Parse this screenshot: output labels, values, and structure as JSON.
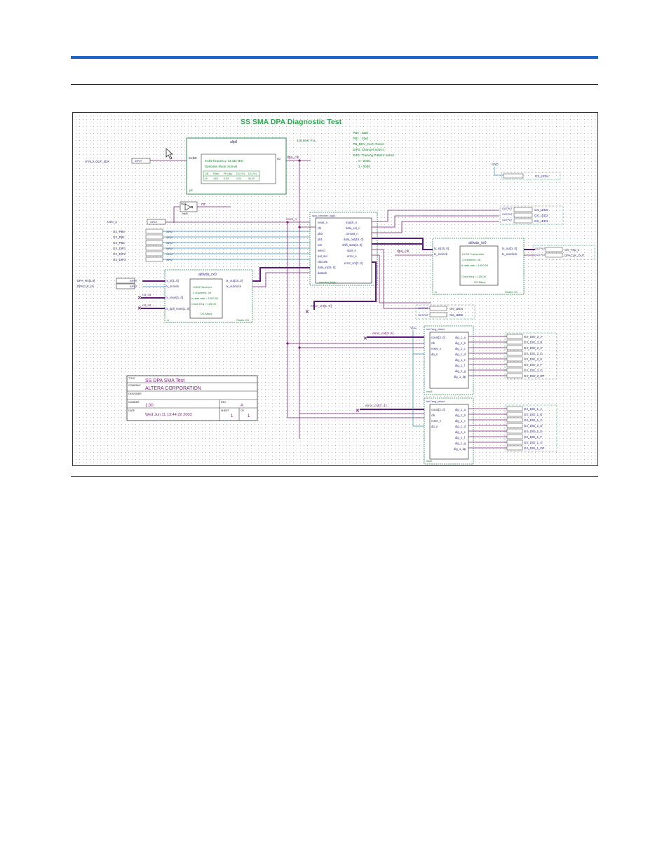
{
  "colors": {
    "header_bar": "#1e63c8",
    "wire": "#7a1f7a",
    "bus": "#5c1a7a",
    "block_border": "#2e8b57",
    "text_green": "#1e7f2e",
    "title_green": "#2fa84f",
    "error_marker": "#7a1f7a",
    "grid_dot": "#b8b8b8"
  },
  "schematic": {
    "title": "SS SMA DPA Diagnostic Test",
    "notes": [
      "PB0 : Start",
      "PB1 : Start",
      "PB_DEV_CLR: Reset",
      "DIP0: Channel Select -",
      "DIP1: Training Pattern Select",
      "0 - 0b00",
      "1 - 0b55"
    ],
    "pll": {
      "name": "altpll",
      "instance": "pll",
      "port_in": "inclk0",
      "port_out": "c0",
      "label_freq": "125 MHz PLL",
      "info1": "Inclk0 frequency: 33.333 MHz",
      "info2": "Operation Mode: Normal",
      "table_head": [
        "Clk",
        "Ratio",
        "Ph (dg)",
        "DC (%)",
        "DC (%)"
      ],
      "table_row": [
        "c0",
        "15/4",
        "0.00",
        "0.00",
        "50.00"
      ]
    },
    "input_pins": [
      {
        "name": "XTAL3_OUT_3DX",
        "tag": "INPUT"
      },
      {
        "name": "User_p",
        "tag": "INPUT"
      },
      {
        "name": "GX_PB0",
        "tag": "INPUT"
      },
      {
        "name": "GX_PB1",
        "tag": "INPUT"
      },
      {
        "name": "GX_PB2",
        "tag": "INPUT"
      },
      {
        "name": "GX_DIP1",
        "tag": "INPUT"
      },
      {
        "name": "GX_DIP2",
        "tag": "INPUT"
      },
      {
        "name": "GX_DIP3",
        "tag": "INPUT"
      },
      {
        "name": "DPA_RX[1.0]",
        "tag": "INPUT"
      },
      {
        "name": "DPACLK_IN",
        "tag": "INPUT"
      }
    ],
    "net_labels": {
      "dpa_clk": "dpa_clk",
      "dpa_clk2": "dpa_clk",
      "rst": "rst",
      "reset_n": "reset_n",
      "rst_n1": "rst_n1",
      "rst_n2": "rst_n2",
      "error_cnt_a": "error_cnt[1..0]",
      "error_cnt_b": "error_cnt[3..0]",
      "error_cnt_c": "error_cnt[7..4]",
      "vcc": "VCC",
      "gnd": "GND"
    },
    "inverter": {
      "label": "NOT",
      "inst": "inst5"
    },
    "rx_block": {
      "name": "altlvds_rx0",
      "instance": "rx",
      "family": "Stratix GX",
      "ports_left": [
        "rx_in[1..0]",
        "rx_inclock",
        "rx_reset[1..0]",
        "rx_dpll_reset[1..0]"
      ],
      "ports_right": [
        "rx_out[15..0]",
        "rx_outclock"
      ],
      "info": [
        "LVDS Receiver",
        "2 channels, x8",
        "# data rate = 1000.00",
        "Clock freq = 125.00",
        "DS Mbps"
      ]
    },
    "checker": {
      "name": "dpa_checker_logic",
      "instance": "checker_logic",
      "ports_left": [
        "reset_n",
        "clk",
        "pb0",
        "pb1",
        "sck",
        "select",
        "pat_sel",
        "clkcode",
        "data_in[15..0]",
        "dataclk"
      ],
      "ports_right": [
        "match_n",
        "data_sel_n",
        "consist_n",
        "data_out[15..0]",
        "shift_state[2..0]",
        "start_n",
        "error_n",
        "error_cnt[7..0]"
      ]
    },
    "tx_block": {
      "name": "altlvds_tx0",
      "instance": "tx",
      "family": "Stratix GX",
      "ports_left": [
        "tx_in[15..0]",
        "tx_inclock"
      ],
      "ports_right": [
        "tx_out[1..0]",
        "tx_outclock"
      ],
      "info": [
        "LVDS Transmitter",
        "2 channels, x8",
        "# data rate = 1000.00",
        "Clock freq = 125.00",
        "DS Mbps"
      ]
    },
    "output_pins": [
      {
        "name": "GX_LED4",
        "tag": "OUTPUT"
      },
      {
        "name": "GX_LED0",
        "tag": "OUTPUT"
      },
      {
        "name": "GX_LED2",
        "tag": "OUTPUT"
      },
      {
        "name": "GX_LED3",
        "tag": "OUTPUT"
      },
      {
        "name": "GX_TXp_o",
        "tag": "OUTPUT"
      },
      {
        "name": "DPACLK_OUT",
        "tag": "OUTPUT"
      },
      {
        "name": "GX_LED1",
        "tag": "OUTPUT"
      },
      {
        "name": "GX_LED5",
        "tag": "OUTPUT"
      }
    ],
    "dig_display_1": {
      "name": "bin7seg_driver",
      "instance": "inst3",
      "ports_left": [
        "count[3..0]",
        "clk",
        "reset_n",
        "dp_n"
      ],
      "ports_right": [
        "dig_1_a",
        "dig_1_b",
        "dig_1_c",
        "dig_1_d",
        "dig_1_e",
        "dig_1_f",
        "dig_1_g",
        "dig_1_dp"
      ],
      "outputs": [
        "GX_DIG_2_A",
        "GX_DIG_2_B",
        "GX_DIG_2_C",
        "GX_DIG_2_D",
        "GX_DIG_2_E",
        "GX_DIG_2_F",
        "GX_DIG_2_G",
        "GX_DIG_2_DP"
      ]
    },
    "dig_display_2": {
      "name": "bin7seg_driver",
      "instance": "inst2",
      "ports_left": [
        "count[3..0]",
        "clk",
        "reset_n",
        "dp_n"
      ],
      "ports_right": [
        "dig_1_a",
        "dig_1_b",
        "dig_1_c",
        "dig_1_d",
        "dig_1_e",
        "dig_1_f",
        "dig_1_g",
        "dig_1_dp"
      ],
      "outputs": [
        "GX_DIG_1_A",
        "GX_DIG_1_B",
        "GX_DIG_1_C",
        "GX_DIG_1_D",
        "GX_DIG_1_E",
        "GX_DIG_1_F",
        "GX_DIG_1_G",
        "GX_DIG_1_DP"
      ]
    },
    "title_block": {
      "title_label": "TITLE",
      "title": "SS DPA SMA Test",
      "company_label": "COMPANY",
      "company": "ALTERA CORPORATION",
      "designer_label": "DESIGNER",
      "number_label": "NUMBER",
      "number": "1.00",
      "rev_label": "REV",
      "rev": "A",
      "date_label": "DATE",
      "date": "Wed Jun 11 13:44:22 2003",
      "sheet_label": "SHEET",
      "sheet": "1",
      "of_label": "OF",
      "of": "1"
    }
  }
}
